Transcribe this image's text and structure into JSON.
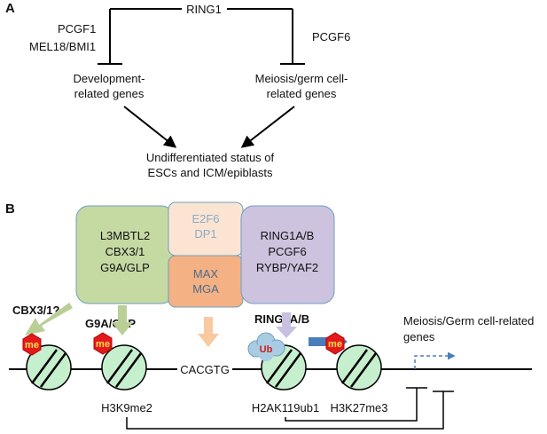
{
  "panel_a": {
    "label": "A",
    "ring1": "RING1",
    "pcgf1": "PCGF1",
    "mel18": "MEL18/BMI1",
    "pcgf6": "PCGF6",
    "dev_line1": "Development-",
    "dev_line2": "related genes",
    "mei_line1": "Meiosis/germ cell-",
    "mei_line2": "related genes",
    "undiff_line1": "Undifferentiated status of",
    "undiff_line2": "ESCs and ICM/epiblasts"
  },
  "panel_b": {
    "label": "B",
    "box_green": [
      "L3MBTL2",
      "CBX3/1",
      "G9A/GLP"
    ],
    "box_e2f6": [
      "E2F6",
      "DP1"
    ],
    "box_max": [
      "MAX",
      "MGA"
    ],
    "box_purple": [
      "RING1A/B",
      "PCGF6",
      "RYBP/YAF2"
    ],
    "cbx_label": "CBX3/1?",
    "g9a_label": "G9A/GLP",
    "ring_label": "RING1A/B",
    "meiosis_line1": "Meiosis/Germ cell-related",
    "meiosis_line2": "genes",
    "me": "me",
    "ub": "Ub",
    "cacgtg": "CACGTG",
    "h3k9": "H3K9me2",
    "h2ak": "H2AK119ub1",
    "h3k27": "H3K27me3"
  },
  "colors": {
    "green_box": "#c5d9a3",
    "e2f6_box": "#fbe5d2",
    "max_box": "#f4b183",
    "purple_box": "#cdc3de",
    "nucleosome": "#c6efce",
    "me_hex": "#e31a1c",
    "ub_cloud": "#a9cce3",
    "blue_arrow": "#4a7ebb"
  }
}
